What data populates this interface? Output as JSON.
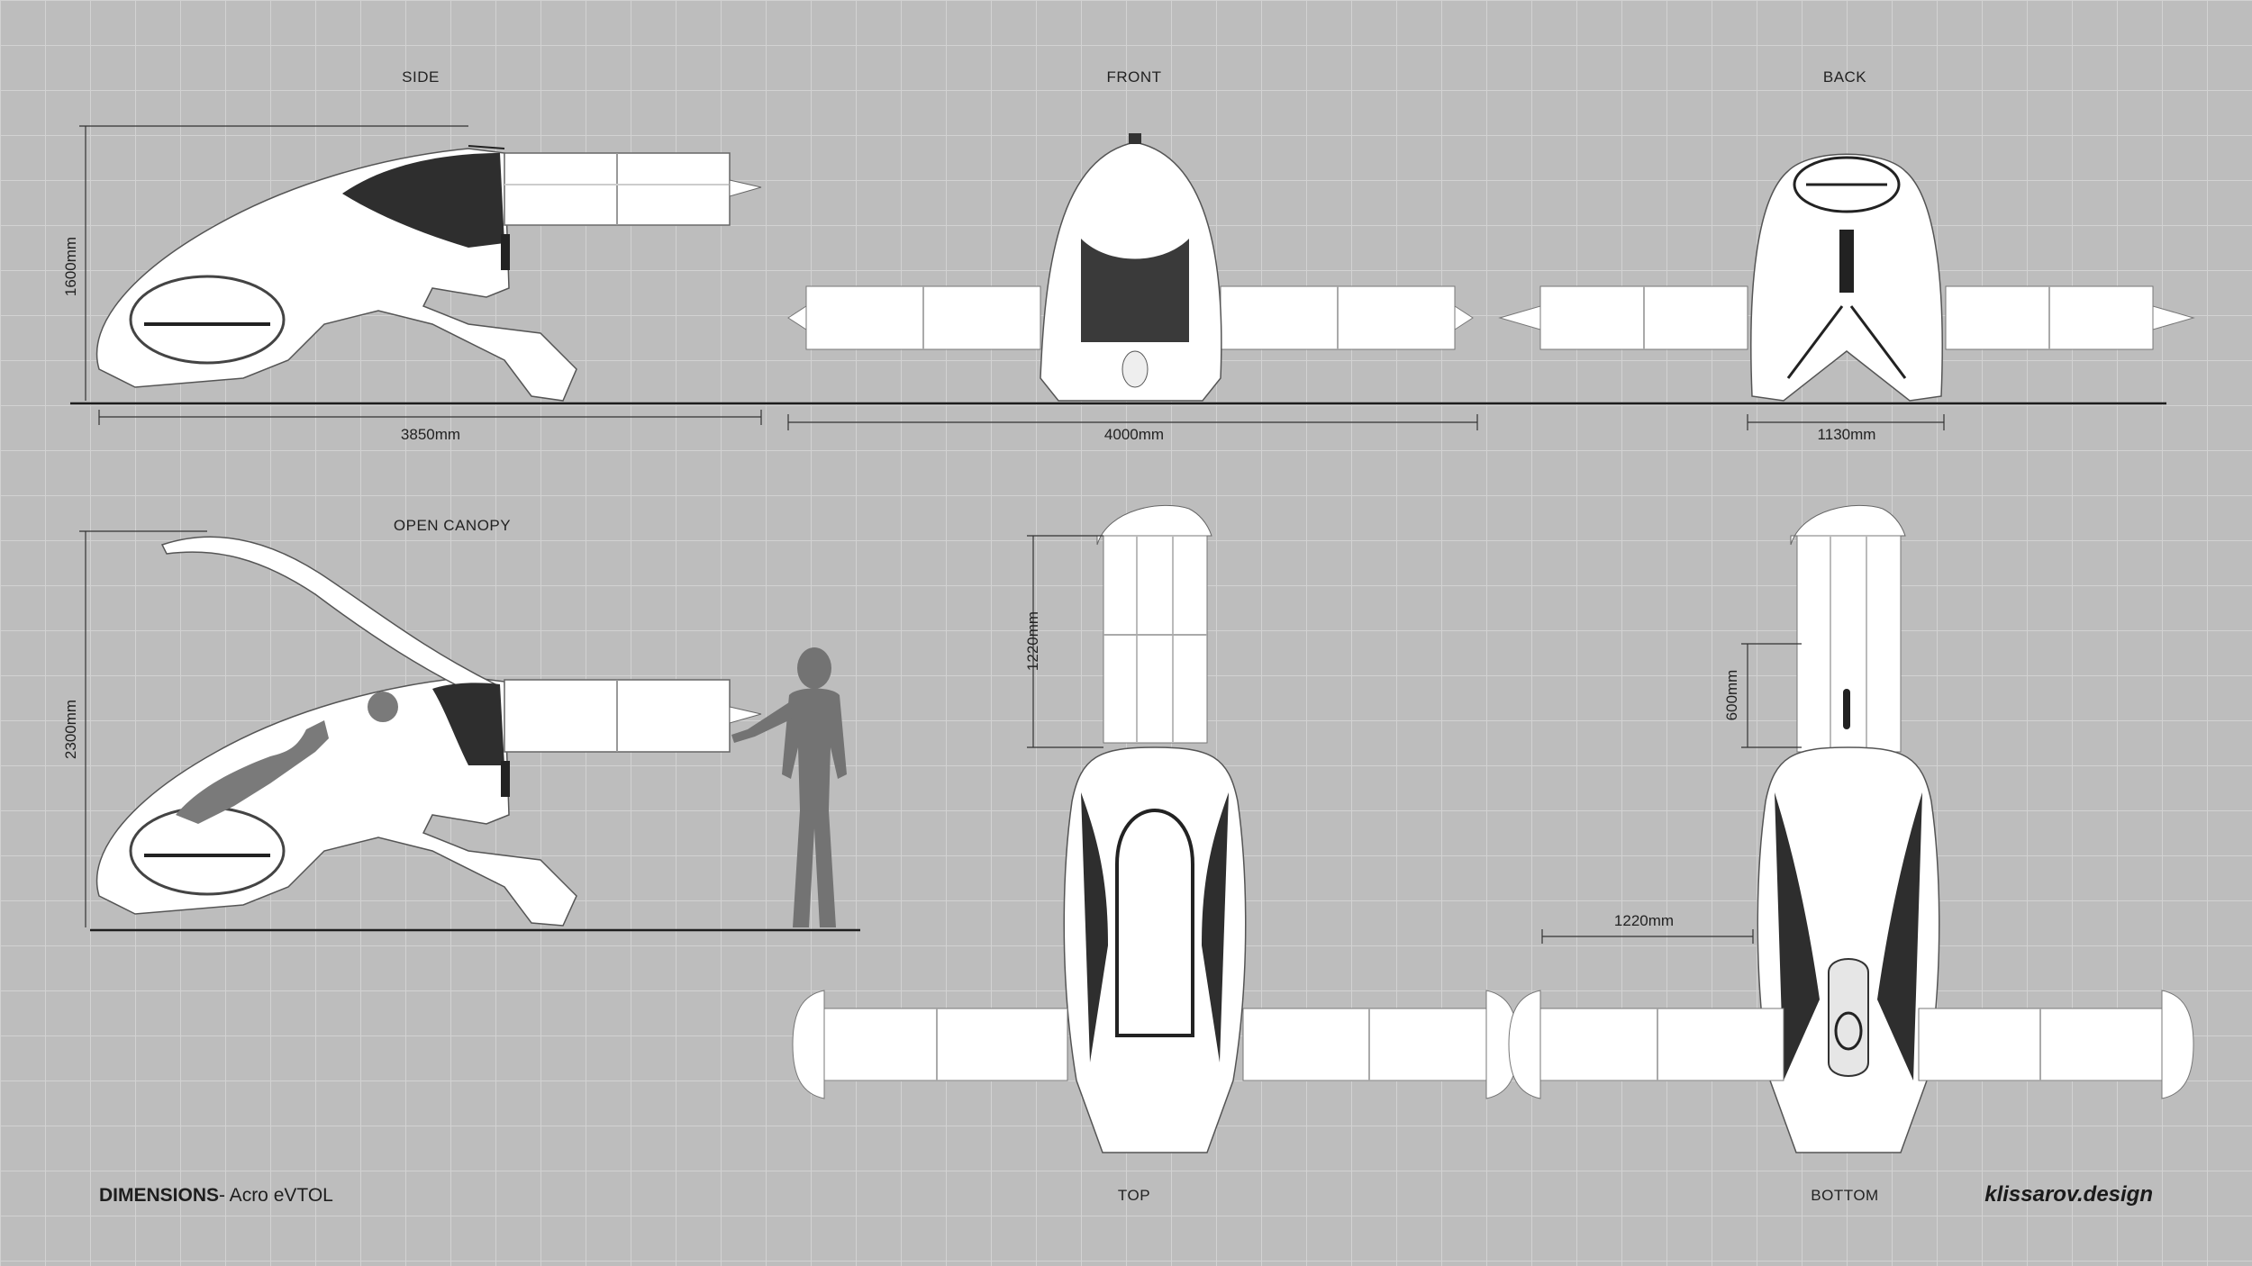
{
  "views": {
    "side": "SIDE",
    "front": "FRONT",
    "back": "BACK",
    "open_canopy": "OPEN CANOPY",
    "top": "TOP",
    "bottom": "BOTTOM"
  },
  "dimensions": {
    "side_height": "1600mm",
    "side_length": "3850mm",
    "front_span": "4000mm",
    "back_width": "1130mm",
    "canopy_height": "2300mm",
    "top_rotor_length": "1220mm",
    "bottom_offset": "600mm",
    "bottom_rotor_length": "1220mm"
  },
  "footer": {
    "title_bold": "DIMENSIONS",
    "title_rest": "- Acro eVTOL",
    "brand": "klissarov.design"
  },
  "colors": {
    "background": "#bdbdbd",
    "grid": "#d4d4d4",
    "body": "#ffffff",
    "dark": "#2a2a2a"
  }
}
